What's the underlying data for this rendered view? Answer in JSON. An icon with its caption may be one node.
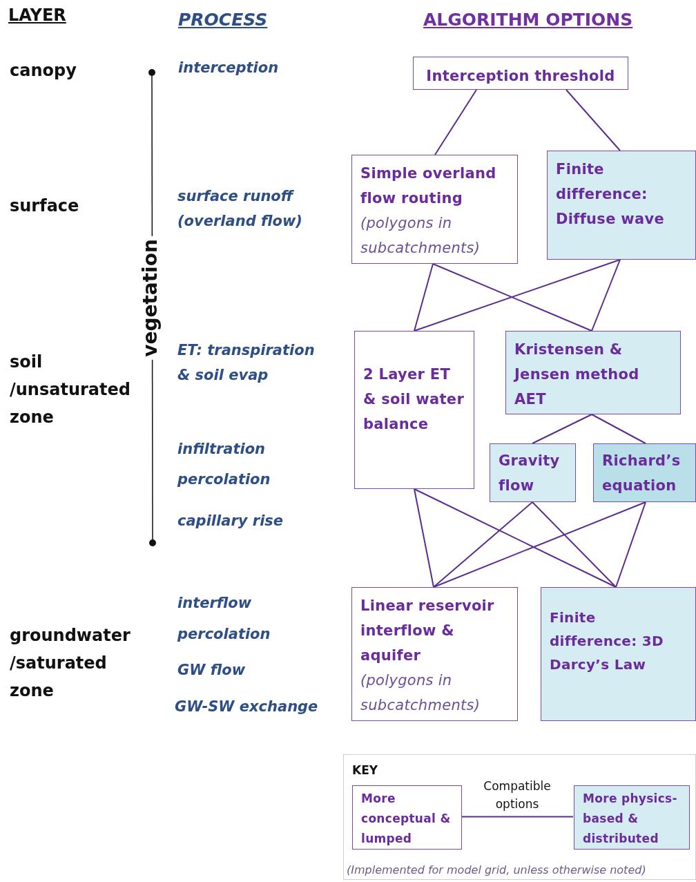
{
  "diagram": {
    "nodes": [
      {
        "text": [
          "Interception threshold"
        ]
      },
      {
        "text": [
          "Simple overland flow routing",
          "(polygons in subcatchments)"
        ]
      },
      {
        "text": [
          "Finite difference: Diffuse wave"
        ]
      },
      {
        "text": [
          "2 Layer ET & soil water balance"
        ]
      },
      {
        "text": [
          "Kristensen & Jensen method AET"
        ]
      },
      {
        "text": [
          "Gravity flow"
        ]
      },
      {
        "text": [
          "Richard’s equation"
        ]
      },
      {
        "text": [
          "Linear reservoir interflow & aquifer",
          "(polygons in subcatchments)"
        ]
      },
      {
        "text": [
          "Finite difference: 3D Darcy’s Law"
        ]
      },
      {
        "text": [
          "KEY",
          "(Implemented for model grid, unless otherwise noted)"
        ]
      },
      {
        "text": [
          "More conceptual & lumped"
        ],
        "in": 9
      },
      {
        "text": [
          "More physics-based & distributed"
        ],
        "in": 9
      }
    ],
    "edges": [
      {
        "from": 0,
        "to": 1,
        "arrow": "none"
      },
      {
        "from": 0,
        "to": 2,
        "arrow": "none"
      },
      {
        "from": 1,
        "to": 3,
        "arrow": "none"
      },
      {
        "from": 1,
        "to": 4,
        "arrow": "none"
      },
      {
        "from": 2,
        "to": 3,
        "arrow": "none"
      },
      {
        "from": 2,
        "to": 4,
        "arrow": "none"
      },
      {
        "from": 4,
        "to": 5,
        "arrow": "none"
      },
      {
        "from": 4,
        "to": 6,
        "arrow": "none"
      },
      {
        "from": 3,
        "to": 7,
        "arrow": "none"
      },
      {
        "from": 3,
        "to": 8,
        "arrow": "none"
      },
      {
        "from": 5,
        "to": 7,
        "arrow": "none"
      },
      {
        "from": 5,
        "to": 8,
        "arrow": "none"
      },
      {
        "from": 6,
        "to": 7,
        "arrow": "none"
      },
      {
        "from": 6,
        "to": 8,
        "arrow": "none"
      },
      {
        "from": 10,
        "to": 11,
        "arrow": "none",
        "label": "Compatible options"
      }
    ],
    "labels": [
      "LAYER",
      "PROCESS",
      "ALGORITHM OPTIONS",
      "canopy",
      "interception",
      "surface",
      "surface runoff (overland flow)",
      "vegetation",
      "soil /unsaturated zone",
      "ET: transpiration & soil evap",
      "infiltration",
      "percolation",
      "capillary rise",
      "interflow",
      "groundwater /saturated zone",
      "percolation",
      "GW flow",
      "GW-SW exchange"
    ]
  }
}
